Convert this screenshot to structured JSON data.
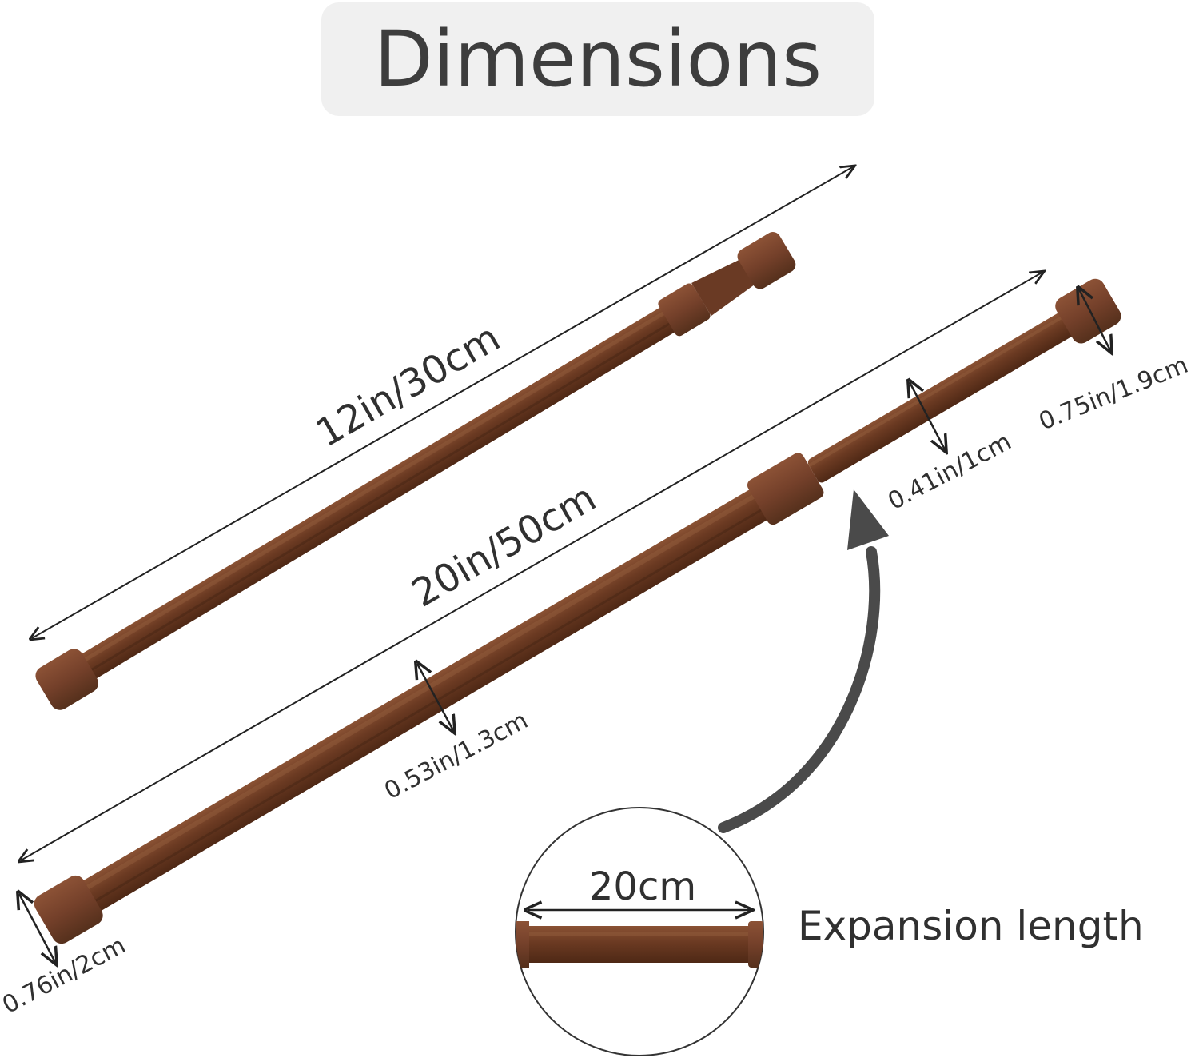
{
  "title": "Dimensions",
  "rod_short": {
    "length_label": "12in/30cm"
  },
  "rod_long": {
    "length_label": "20in/50cm",
    "end_cap_diameter_right": "0.75in/1.9cm",
    "inner_tube_diameter": "0.41in/1cm",
    "outer_tube_diameter": "0.53in/1.3cm",
    "end_cap_diameter_left": "0.76in/2cm"
  },
  "detail": {
    "measure_label": "20cm",
    "caption": "Expansion length"
  },
  "colors": {
    "rod": "#6b3a22",
    "rod_highlight": "#8a5234",
    "cap": "#74402a",
    "arrow": "#4a4a4a",
    "title_bg": "#f0f0f0",
    "text": "#303030"
  }
}
